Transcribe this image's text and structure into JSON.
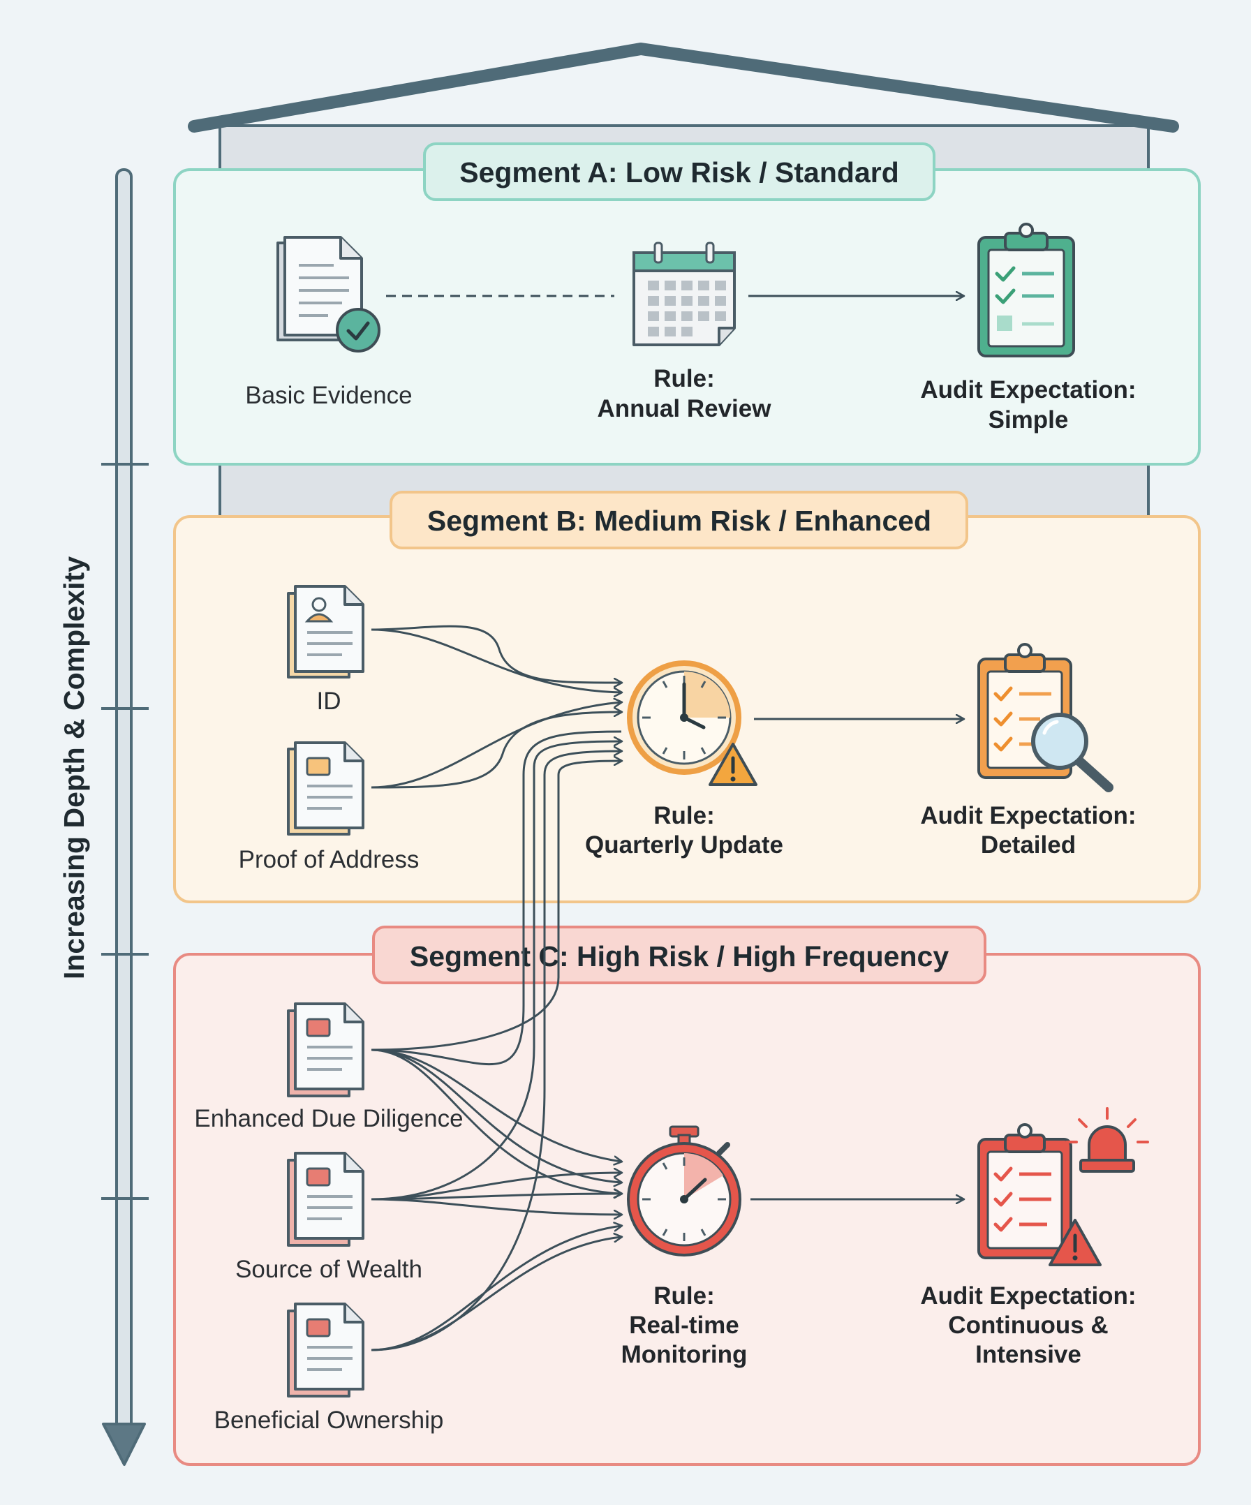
{
  "axis": {
    "label": "Increasing Depth & Complexity"
  },
  "colors": {
    "slate": "#4f6b78",
    "teal": "#59b8a1",
    "orange": "#eeae5a",
    "red": "#dc6b63",
    "teal_bg": "#eef8f6",
    "orange_bg": "#fdf5e9",
    "red_bg": "#fbeeeb"
  },
  "segments": {
    "a": {
      "title": "Segment A: Low Risk / Standard",
      "evidence": [
        "Basic Evidence"
      ],
      "rule": {
        "line1": "Rule:",
        "line2": "Annual Review"
      },
      "audit": {
        "line1": "Audit Expectation:",
        "line2": "Simple"
      },
      "icons": [
        "document-check-icon",
        "calendar-icon",
        "clipboard-checklist-icon"
      ]
    },
    "b": {
      "title": "Segment B: Medium Risk / Enhanced",
      "evidence": [
        "ID",
        "Proof of Address"
      ],
      "rule": {
        "line1": "Rule:",
        "line2": "Quarterly Update"
      },
      "audit": {
        "line1": "Audit Expectation:",
        "line2": "Detailed"
      },
      "icons": [
        "id-document-icon",
        "address-document-icon",
        "clock-warning-icon",
        "clipboard-magnifier-icon"
      ]
    },
    "c": {
      "title": "Segment C: High Risk / High Frequency",
      "evidence": [
        "Enhanced Due Diligence",
        "Source of Wealth",
        "Beneficial Ownership"
      ],
      "rule": {
        "line1": "Rule:",
        "line2": "Real-time",
        "line3": "Monitoring"
      },
      "audit": {
        "line1": "Audit Expectation:",
        "line2": "Continuous &",
        "line3": "Intensive"
      },
      "icons": [
        "document-icon",
        "document-icon",
        "document-icon",
        "stopwatch-icon",
        "clipboard-alarm-icon"
      ]
    }
  }
}
